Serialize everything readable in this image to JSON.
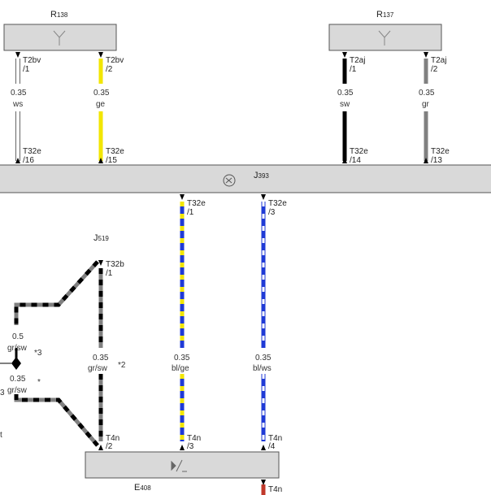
{
  "components": {
    "r138": {
      "label": "R",
      "sub": "138"
    },
    "r137": {
      "label": "R",
      "sub": "137"
    },
    "j393": {
      "label": "J",
      "sub": "393"
    },
    "j519": {
      "label": "J",
      "sub": "519"
    },
    "e408": {
      "label": "E",
      "sub": "408"
    }
  },
  "wires": [
    {
      "id": "w1",
      "gauge": "0.35",
      "color_code": "ws",
      "top_conn": "T2bv",
      "top_pin": "/1",
      "bottom_conn": "T32e",
      "bottom_pin": "/16"
    },
    {
      "id": "w2",
      "gauge": "0.35",
      "color_code": "ge",
      "top_conn": "T2bv",
      "top_pin": "/2",
      "bottom_conn": "T32e",
      "bottom_pin": "/15"
    },
    {
      "id": "w3",
      "gauge": "0.35",
      "color_code": "sw",
      "top_conn": "T2aj",
      "top_pin": "/1",
      "bottom_conn": "T32e",
      "bottom_pin": "/14"
    },
    {
      "id": "w4",
      "gauge": "0.35",
      "color_code": "gr",
      "top_conn": "T2aj",
      "top_pin": "/2",
      "bottom_conn": "T32e",
      "bottom_pin": "/13"
    },
    {
      "id": "w5",
      "gauge": "0.35",
      "color_code": "bl/ge",
      "top_conn": "T32e",
      "top_pin": "/1",
      "bottom_conn": "T4n",
      "bottom_pin": "/3"
    },
    {
      "id": "w6",
      "gauge": "0.35",
      "color_code": "bl/ws",
      "top_conn": "T32e",
      "top_pin": "/3",
      "bottom_conn": "T4n",
      "bottom_pin": "/4"
    },
    {
      "id": "w7",
      "gauge": "0.35",
      "color_code": "gr/sw",
      "note": "*2",
      "top_conn": "T32b",
      "top_pin": "/1",
      "bottom_conn": "T4n",
      "bottom_pin": "/2"
    }
  ],
  "left_branch": {
    "upper": {
      "gauge": "0.5",
      "color_code": "gr/sw",
      "note": "*3"
    },
    "lower": {
      "gauge": "0.35",
      "color_code": "gr/sw",
      "note": "*"
    },
    "edge_mark_1": "3",
    "edge_mark_2": "t"
  },
  "bottom_connector": {
    "conn": "T4n"
  },
  "colors": {
    "ws": "#ffffff",
    "ge": "#f2e600",
    "sw": "#000000",
    "gr": "#808080",
    "bl": "#1f3ad6",
    "red": "#c0392b",
    "box_fill": "#d9d9d9"
  }
}
